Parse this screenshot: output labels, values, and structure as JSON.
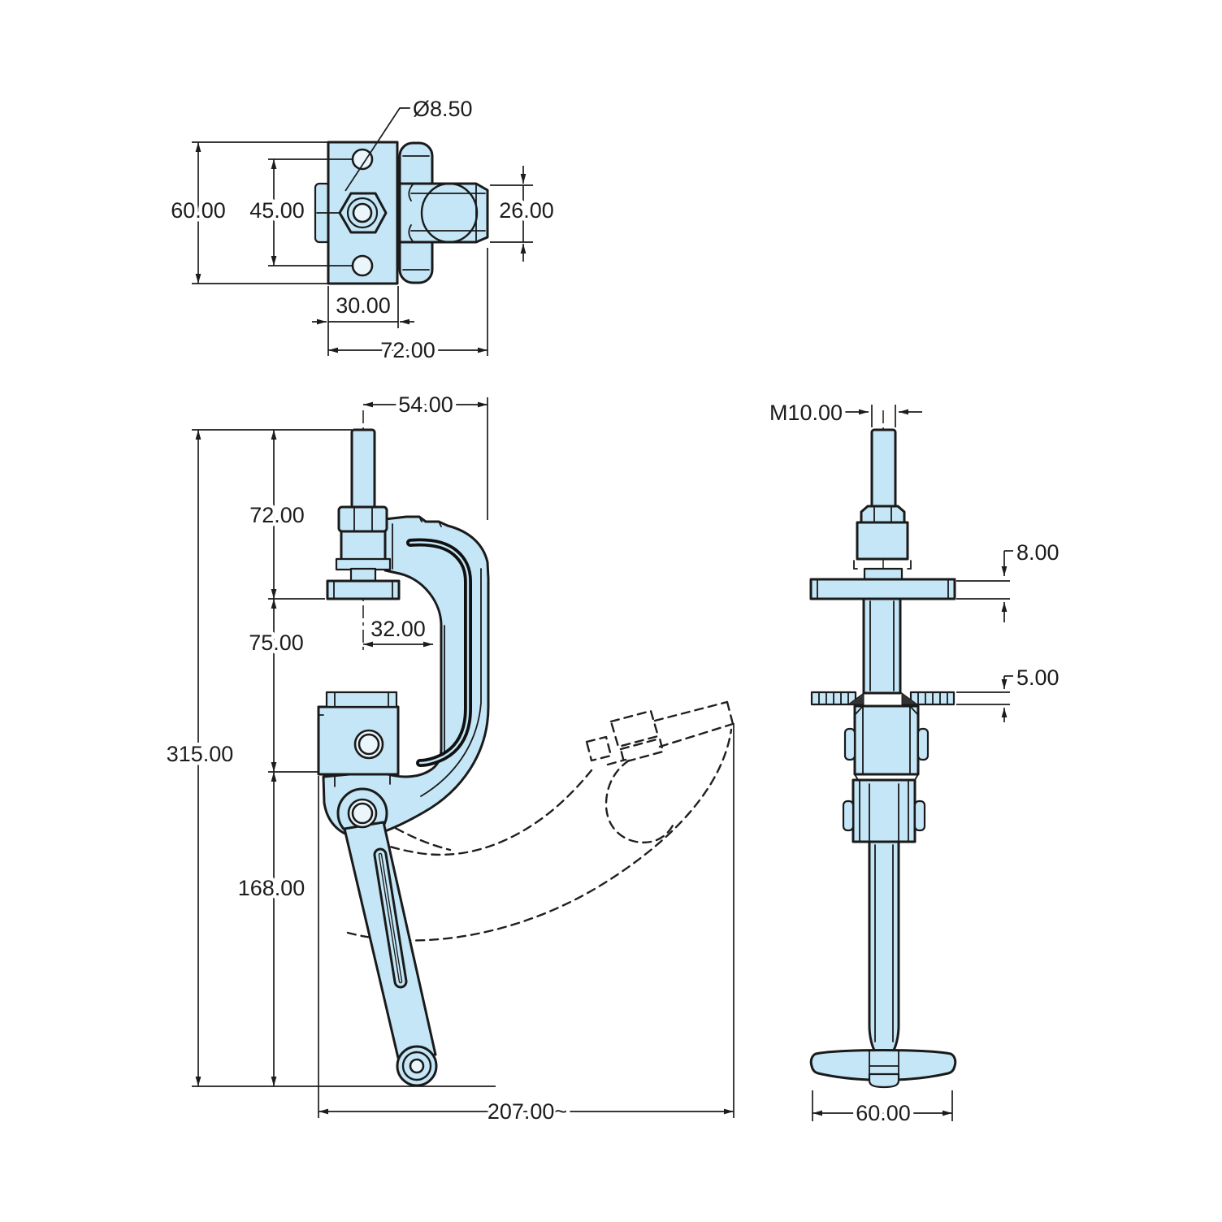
{
  "drawing": {
    "background_color": "#ffffff",
    "part_fill_color": "#c4e6f6",
    "line_color": "#1a1a1a",
    "views": {
      "top": {
        "dimensions": {
          "hole_diameter": "Ø8.50",
          "plate_height": "60.00",
          "hole_spacing": "45.00",
          "body_diameter": "26.00",
          "plate_width": "30.00",
          "overall_width": "72.00"
        }
      },
      "front": {
        "dimensions": {
          "spindle_offset": "54.00",
          "spindle_height": "72.00",
          "clamp_opening": "75.00",
          "overall_height": "315.00",
          "handle_section": "168.00",
          "throat_depth": "32.00",
          "open_reach": "207.00~"
        }
      },
      "side": {
        "dimensions": {
          "thread_size": "M10.00",
          "pad_thickness": "8.00",
          "base_plate_thickness": "5.00",
          "handle_width": "60.00"
        }
      }
    }
  }
}
